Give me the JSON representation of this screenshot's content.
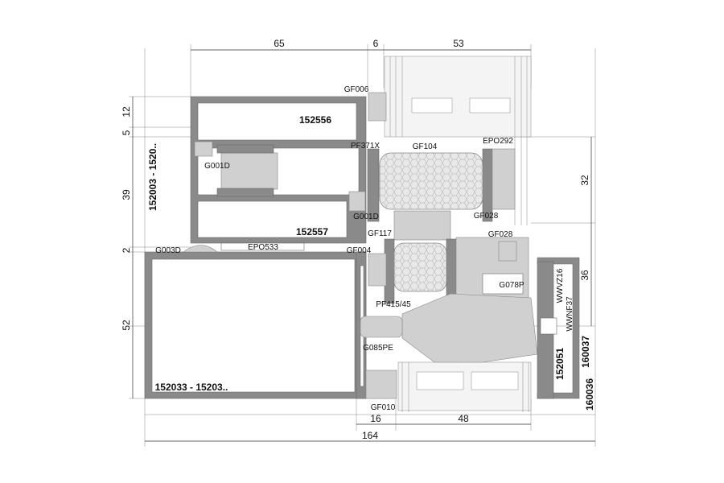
{
  "dimensions": {
    "top": [
      "65",
      "6",
      "53"
    ],
    "left": [
      "12",
      "5",
      "39",
      "2",
      "52"
    ],
    "right": [
      "32",
      "36"
    ],
    "bottom": [
      "16",
      "48"
    ],
    "total_width": "164"
  },
  "parts": {
    "gf006": "GF006",
    "p152556": "152556",
    "pf371x": "PF371X",
    "gf104": "GF104",
    "epo292": "EPO292",
    "g001d_left": "G001D",
    "g001d_right": "G001D",
    "p152003": "152003 - 1520..",
    "p152557": "152557",
    "gf028_upper": "GF028",
    "gf028_lower": "GF028",
    "gf117": "GF117",
    "g003d": "G003D",
    "epo533": "EPO533",
    "gf004": "GF004",
    "pf415": "PF415/45",
    "g078p": "G078P",
    "wwvz16": "WWVZ16",
    "wwnf37": "WWNF37",
    "p160037": "160037",
    "p152051": "152051",
    "p160036": "160036",
    "g085pe": "G085PE",
    "gf010": "GF010",
    "p152033": "152033 - 15203.."
  }
}
